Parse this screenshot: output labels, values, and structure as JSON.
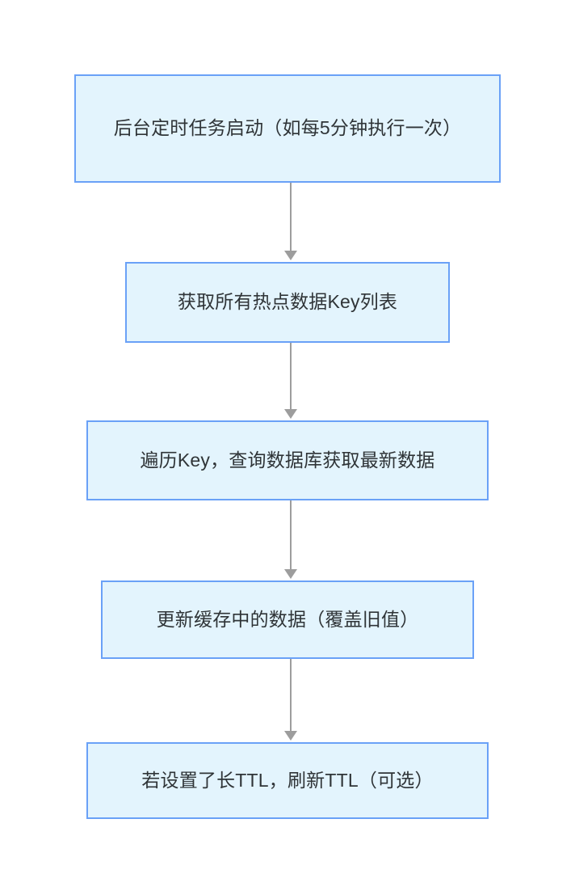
{
  "diagram": {
    "type": "flowchart",
    "orientation": "top-to-bottom",
    "colors": {
      "node_fill": "#e3f4fd",
      "node_border": "#6aa1f7",
      "node_text": "#2f3437",
      "edge": "#9d9d9d",
      "background": "#ffffff"
    },
    "nodes": [
      {
        "id": "node-1",
        "label": "后台定时任务启动（如每5分钟执行一次）"
      },
      {
        "id": "node-2",
        "label": "获取所有热点数据Key列表"
      },
      {
        "id": "node-3",
        "label": "遍历Key，查询数据库获取最新数据"
      },
      {
        "id": "node-4",
        "label": "更新缓存中的数据（覆盖旧值）"
      },
      {
        "id": "node-5",
        "label": "若设置了长TTL，刷新TTL（可选）"
      }
    ],
    "edges": [
      {
        "id": "edge-1",
        "from": "node-1",
        "to": "node-2",
        "label": ""
      },
      {
        "id": "edge-2",
        "from": "node-2",
        "to": "node-3",
        "label": ""
      },
      {
        "id": "edge-3",
        "from": "node-3",
        "to": "node-4",
        "label": ""
      },
      {
        "id": "edge-4",
        "from": "node-4",
        "to": "node-5",
        "label": ""
      }
    ]
  }
}
